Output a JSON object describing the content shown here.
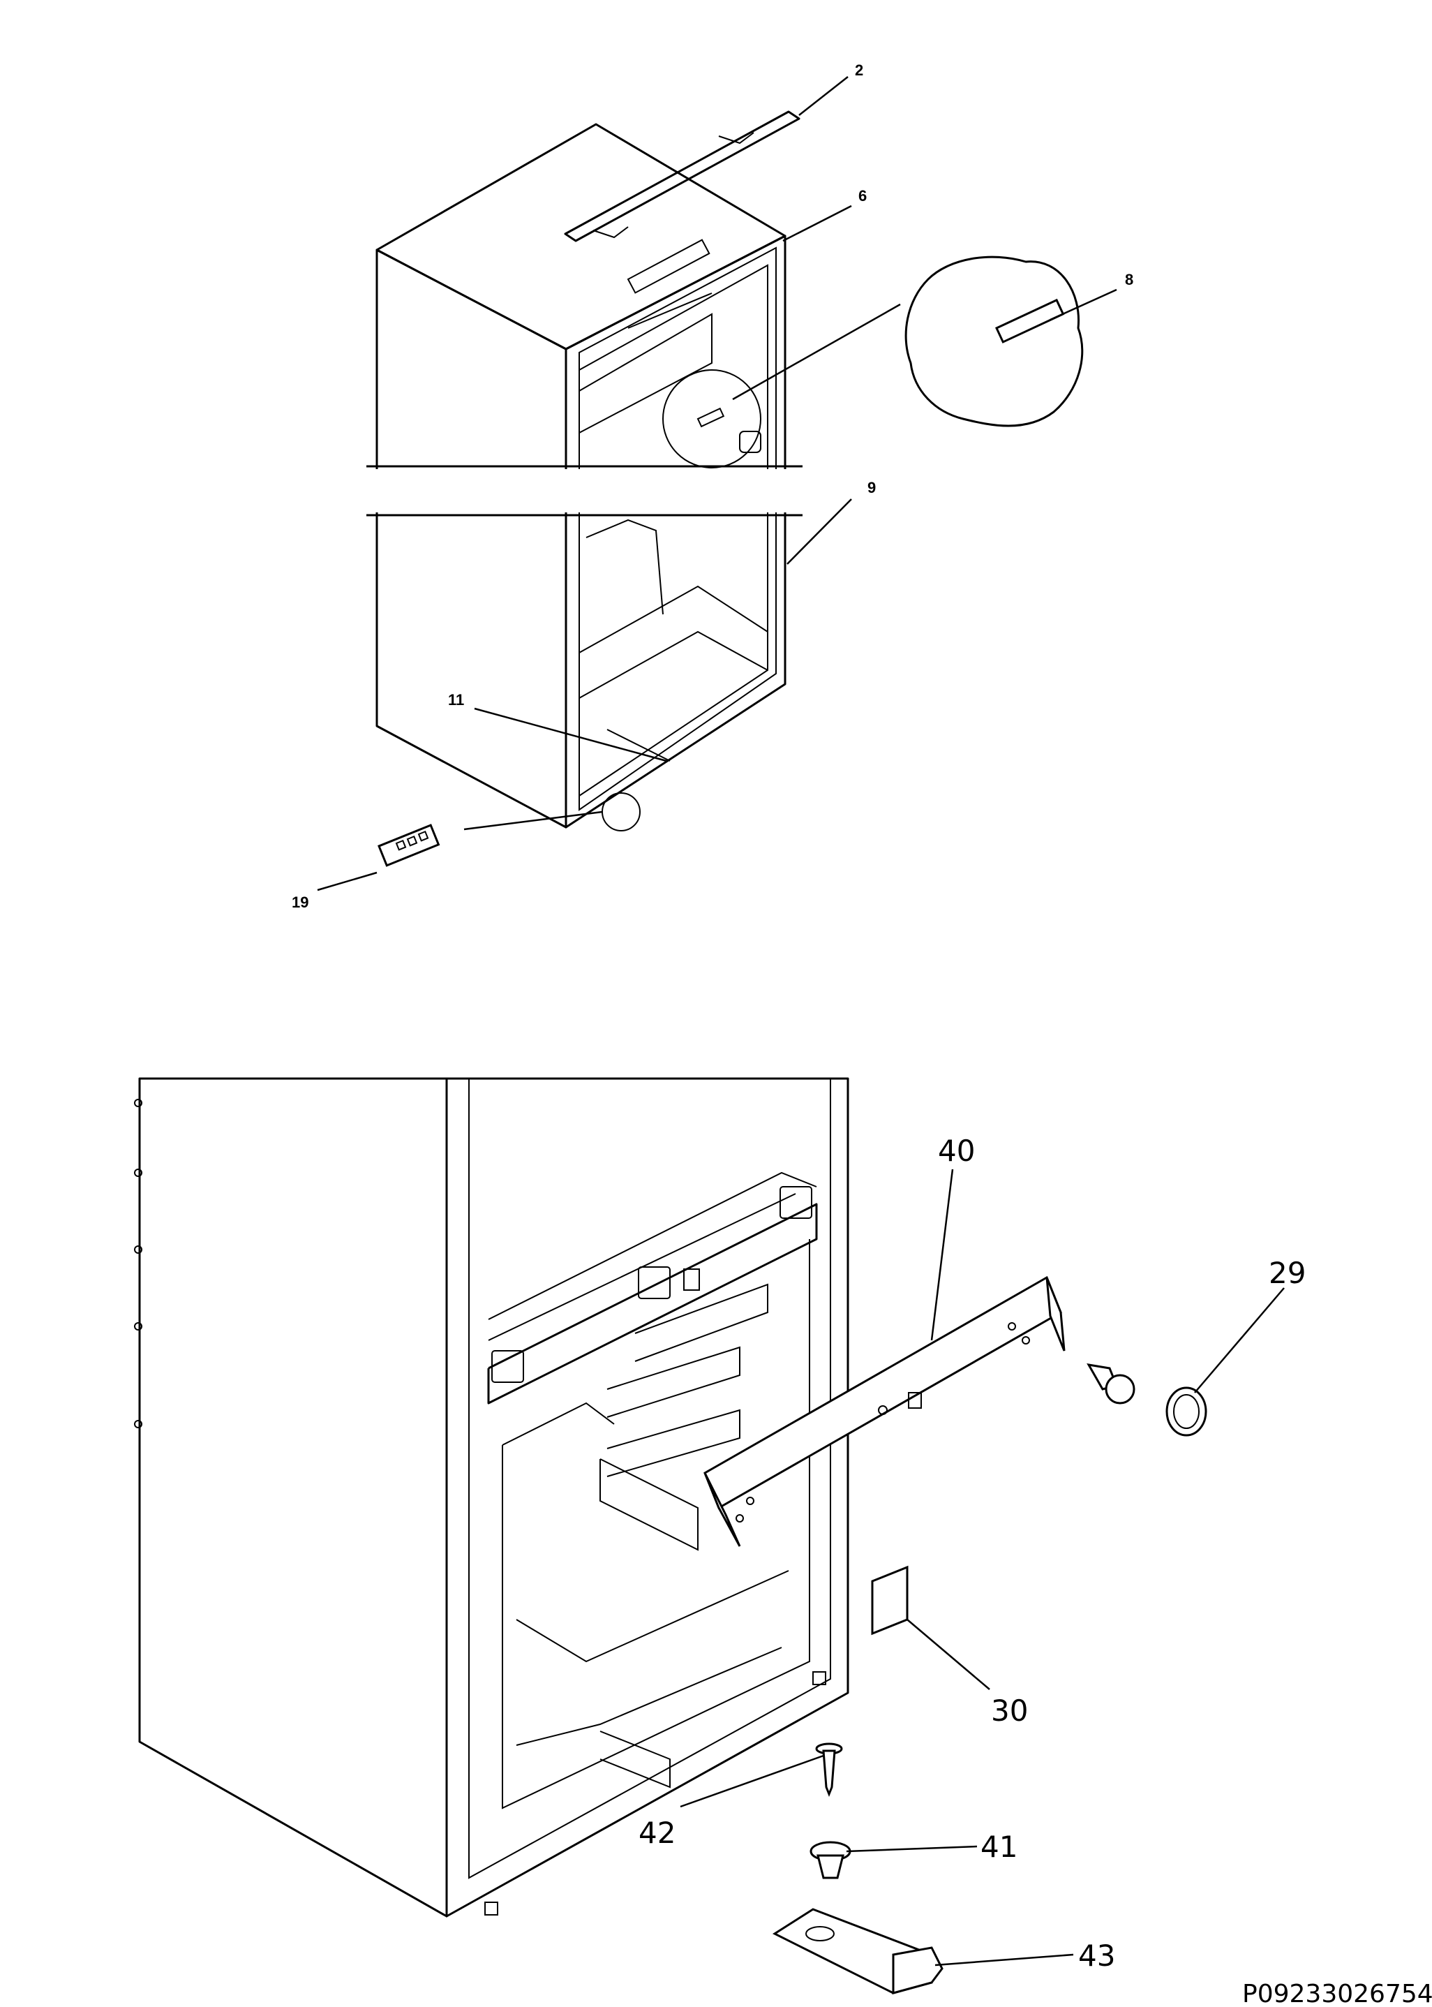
{
  "callouts": {
    "c2": "2",
    "c6": "6",
    "c8": "8",
    "c9": "9",
    "c11": "11",
    "c19": "19",
    "c40": "40",
    "c29": "29",
    "c30": "30",
    "c42": "42",
    "c41": "41",
    "c43": "43"
  },
  "document_id": "P09233026754"
}
